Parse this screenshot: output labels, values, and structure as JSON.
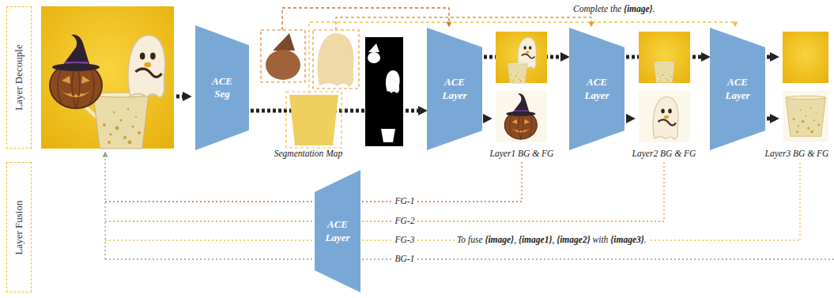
{
  "diagram": {
    "nodes": [
      {
        "text": [
          "Layer Decouple"
        ]
      },
      {
        "text": [
          "Layer Fusion"
        ]
      },
      {
        "text": [
          "ACE Seg"
        ]
      },
      {
        "text": [
          "ACE Layer"
        ]
      },
      {
        "text": [
          "ACE Layer"
        ]
      },
      {
        "text": [
          "ACE Layer"
        ]
      },
      {
        "text": [
          "ACE Layer"
        ]
      }
    ],
    "edges": [
      {
        "from": 2,
        "to": 3,
        "arrow": "to"
      },
      {
        "from": 3,
        "to": 4,
        "arrow": "to"
      },
      {
        "from": 4,
        "to": 5,
        "arrow": "to"
      }
    ],
    "labels": [
      "Segmentation Map",
      "Layer1 BG & FG",
      "Layer2 BG & FG",
      "Layer3 BG & FG",
      "Complete the {image}.",
      "FG-1",
      "FG-2",
      "FG-3",
      "BG-1",
      "To fuse {image}, {image1}, {image2} with {image3}."
    ]
  }
}
